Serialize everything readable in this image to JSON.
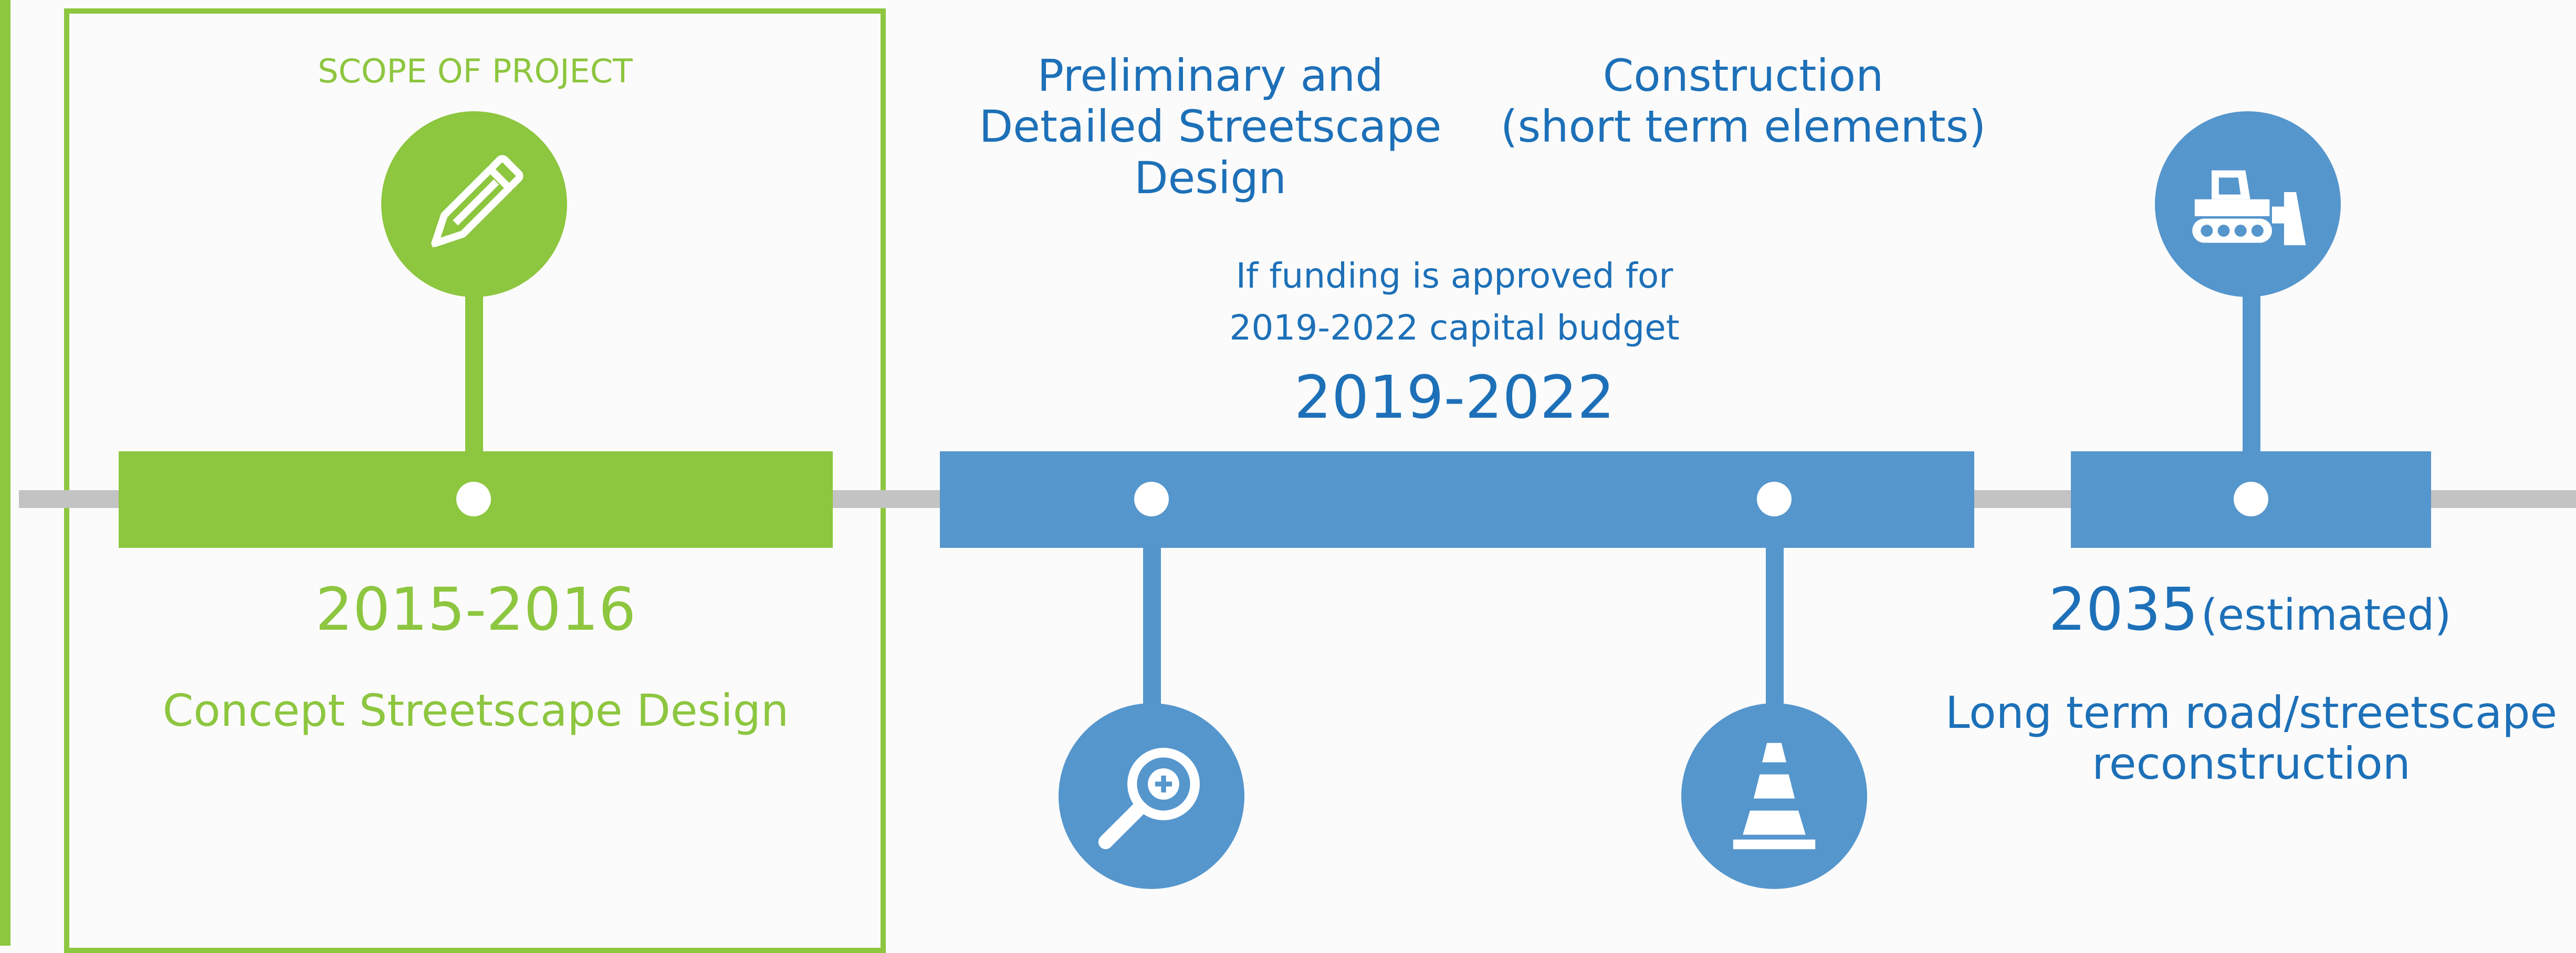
{
  "colors": {
    "scope_green": "#8dc63f",
    "bar_blue": "#5596cd",
    "text_blue": "#1d70b8",
    "line_gray": "#c3c3c3",
    "background": "#fbfbfb"
  },
  "scope": {
    "label": "SCOPE OF PROJECT"
  },
  "phases": [
    {
      "id": "concept",
      "years": "2015-2016",
      "description": "Concept Streetscape Design",
      "icon": "pencil-icon"
    },
    {
      "id": "preliminary-design",
      "title_lines": [
        "Preliminary and",
        "Detailed Streetscape",
        "Design"
      ],
      "icon": "magnifier-plus-icon"
    },
    {
      "id": "construction-short-term",
      "title_lines": [
        "Construction",
        "(short term elements)"
      ],
      "icon": "traffic-cone-icon"
    },
    {
      "id": "long-term",
      "years": "2035",
      "years_note": "(estimated)",
      "description_lines": [
        "Long term road/streetscape",
        "reconstruction"
      ],
      "icon": "bulldozer-icon"
    }
  ],
  "middle_group": {
    "funding_note_lines": [
      "If funding is approved for",
      "2019-2022 capital budget"
    ],
    "years": "2019-2022"
  }
}
